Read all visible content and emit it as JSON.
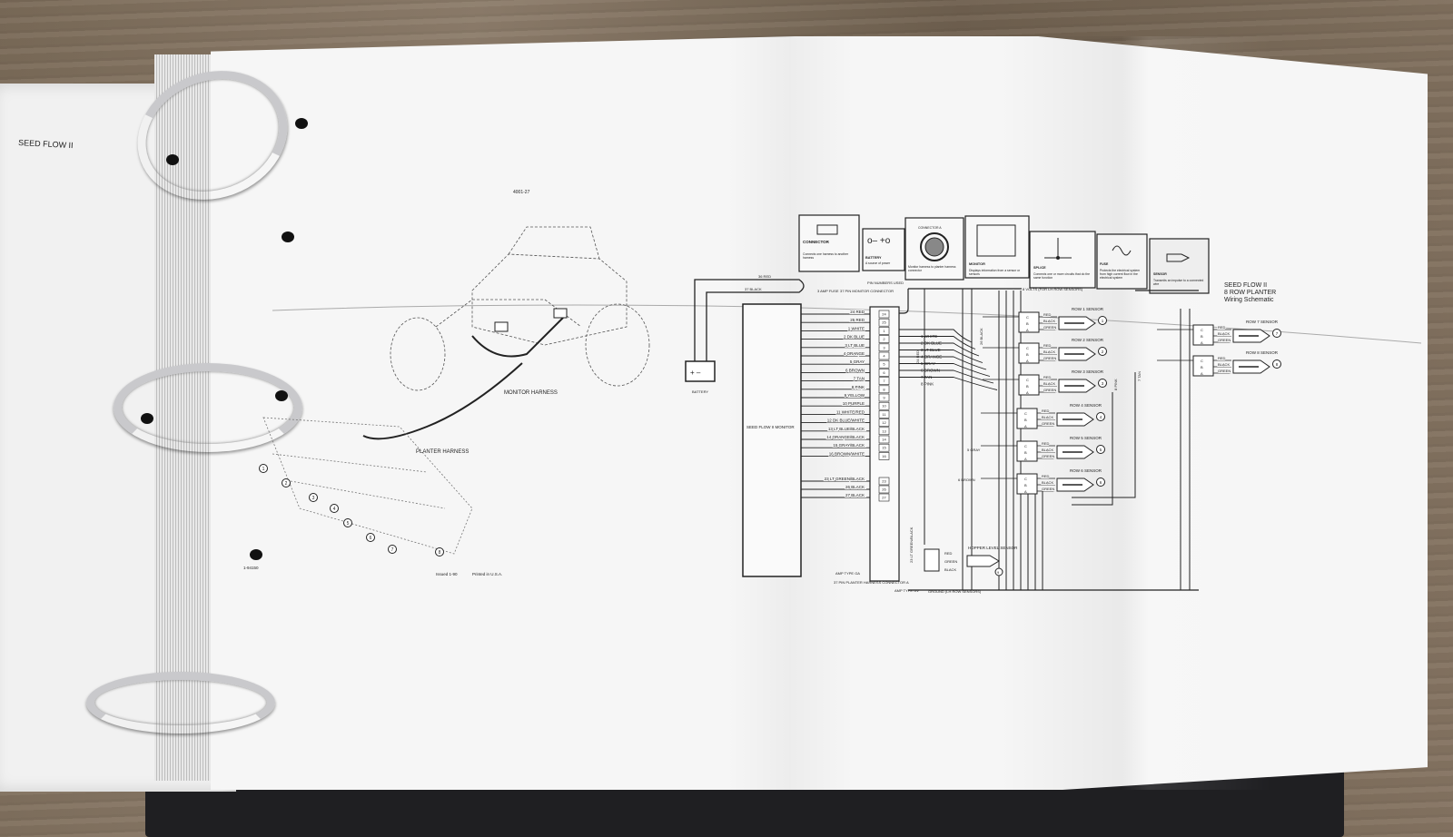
{
  "left_page": {
    "header": "SEED FLOW II",
    "page_number": "4001-27",
    "labels": {
      "monitor_harness": "MONITOR HARNESS",
      "planter_harness": "PLANTER HARNESS"
    },
    "footer": {
      "code": "1-94150",
      "issued": "Issued 1-90",
      "printed": "Printed in U.S.A."
    }
  },
  "legend": {
    "connector": {
      "title": "CONNECTOR",
      "desc": "Connects one harness to another harness"
    },
    "battery": {
      "title": "BATTERY",
      "desc": "A source of power"
    },
    "connector_a": {
      "title": "CONNECTOR A",
      "desc": "Monitor harness to planter harness connector"
    },
    "monitor": {
      "title": "MONITOR",
      "desc": "Displays information from a sensor or sensors"
    },
    "splice": {
      "title": "SPLICE",
      "desc": "Connects one or more circuits that do the same function"
    },
    "fuse": {
      "title": "FUSE",
      "desc": "Protects the electrical system from high current flow in the electrical system"
    },
    "sensor": {
      "title": "SENSOR",
      "desc": "Transmits an impulse to a connected wire"
    }
  },
  "title_block": {
    "line1": "SEED FLOW II",
    "line2": "8 ROW PLANTER",
    "line3": "Wiring Schematic"
  },
  "schematic": {
    "battery_label": "BATTERY",
    "battery_wires": [
      "36 RED",
      "37 BLACK"
    ],
    "fuse_label": "3 AMP FUSE",
    "monitor_connector_label": "37 PIN MONITOR CONNECTOR",
    "pin_numbers_label": "PIN NUMBERS USED",
    "monitor_label": "SEED FLOW II MONITOR",
    "volts_label": "8 VOLTS (FOR LH ROW SENSORS)",
    "left_wires": [
      "24 RED",
      "25 RED",
      "1 WHITE",
      "2 DK BLUE",
      "3 LT BLUE",
      "4 ORANGE",
      "5 GRAY",
      "6 BROWN",
      "7 TAN",
      "8 PINK",
      "9 YELLOW",
      "10 PURPLE",
      "11 WHITE/RED",
      "12 DK BLUE/WHITE",
      "13 LT BLUE/BLACK",
      "14 ORANGE/BLACK",
      "15 GRAY/BLACK",
      "16 BROWN/WHITE"
    ],
    "left_wires_lower": [
      "23 LT GREEN/BLACK",
      "26 BLACK",
      "27 BLACK"
    ],
    "pins": [
      "24",
      "25",
      "1",
      "2",
      "3",
      "4",
      "5",
      "6",
      "7",
      "8",
      "9",
      "10",
      "11",
      "12",
      "13",
      "14",
      "15",
      "16"
    ],
    "pins_lower": [
      "23",
      "26",
      "27"
    ],
    "right_wires": [
      "1 WHITE",
      "2 DK BLUE",
      "3 LT BLUE",
      "4 ORANGE",
      "5 GRAY",
      "6 BROWN",
      "7 TAN",
      "8 PINK"
    ],
    "amp_type_ga": "AMP TYPE GA",
    "planter_connector_label": "37 PIN PLANTER HARNESS CONNECTOR A",
    "amp_type_gv": "AMP TYPE GV",
    "ground_label": "GROUND (LH ROW SENSORS)",
    "hopper_label": "HOPPER LEVEL SENSOR",
    "hopper_number": "9",
    "sensor_wire_colors": [
      "RED",
      "BLACK",
      "GREEN"
    ],
    "sensors": [
      {
        "name": "ROW 1 SENSOR",
        "number": "1"
      },
      {
        "name": "ROW 2 SENSOR",
        "number": "2"
      },
      {
        "name": "ROW 3 SENSOR",
        "number": "3"
      },
      {
        "name": "ROW 4 SENSOR",
        "number": "4"
      },
      {
        "name": "ROW 5 SENSOR",
        "number": "5"
      },
      {
        "name": "ROW 6 SENSOR",
        "number": "6"
      },
      {
        "name": "ROW 7 SENSOR",
        "number": "7"
      },
      {
        "name": "ROW 8 SENSOR",
        "number": "8"
      }
    ],
    "vertical_labels": {
      "red24": "24 RED",
      "black26": "26 BLACK",
      "tan7": "7 TAN",
      "pink8": "8 PINK",
      "green23": "23 LT GREEN/BLACK",
      "gray5": "5 GRAY",
      "brown6": "6 BROWN"
    }
  }
}
